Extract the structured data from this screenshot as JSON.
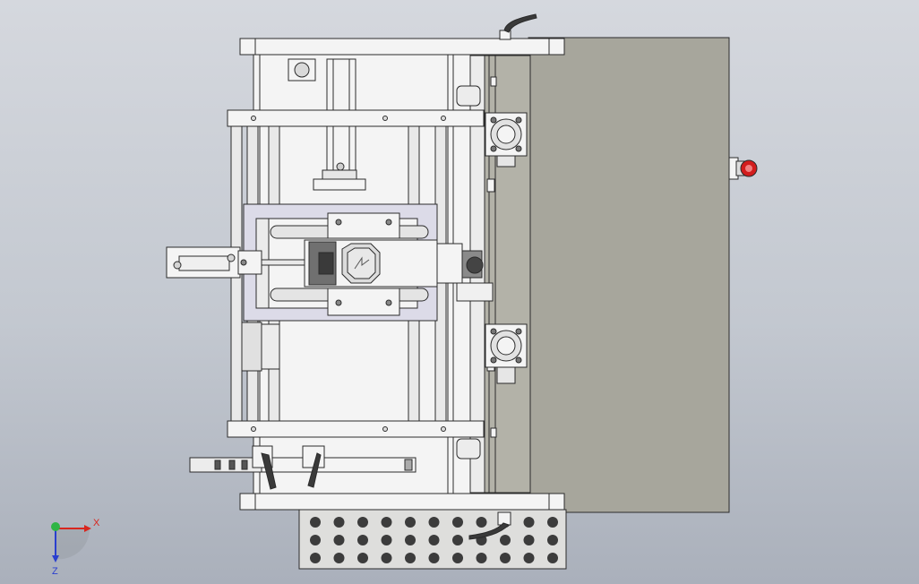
{
  "viewport": {
    "background_top": "#d5d8de",
    "background_bottom": "#aab0bb"
  },
  "model": {
    "frame_color": "#f4f4f4",
    "outline_color": "#2b2b2b",
    "cover_panel_color": "#a7a69c",
    "rod_color": "#e9e9e9",
    "emergency_stop_color": "#d21d1d",
    "perforation_hole_rows": 3,
    "perforation_hole_cols": 11
  },
  "triad": {
    "x_label": "X",
    "z_label": "Z",
    "x_color": "#d8261e",
    "y_color": "#2fb545",
    "z_color": "#2a3fcf",
    "x_icon": "x-axis-arrow-icon",
    "y_icon": "y-axis-arrow-icon",
    "z_icon": "z-axis-arrow-icon"
  }
}
